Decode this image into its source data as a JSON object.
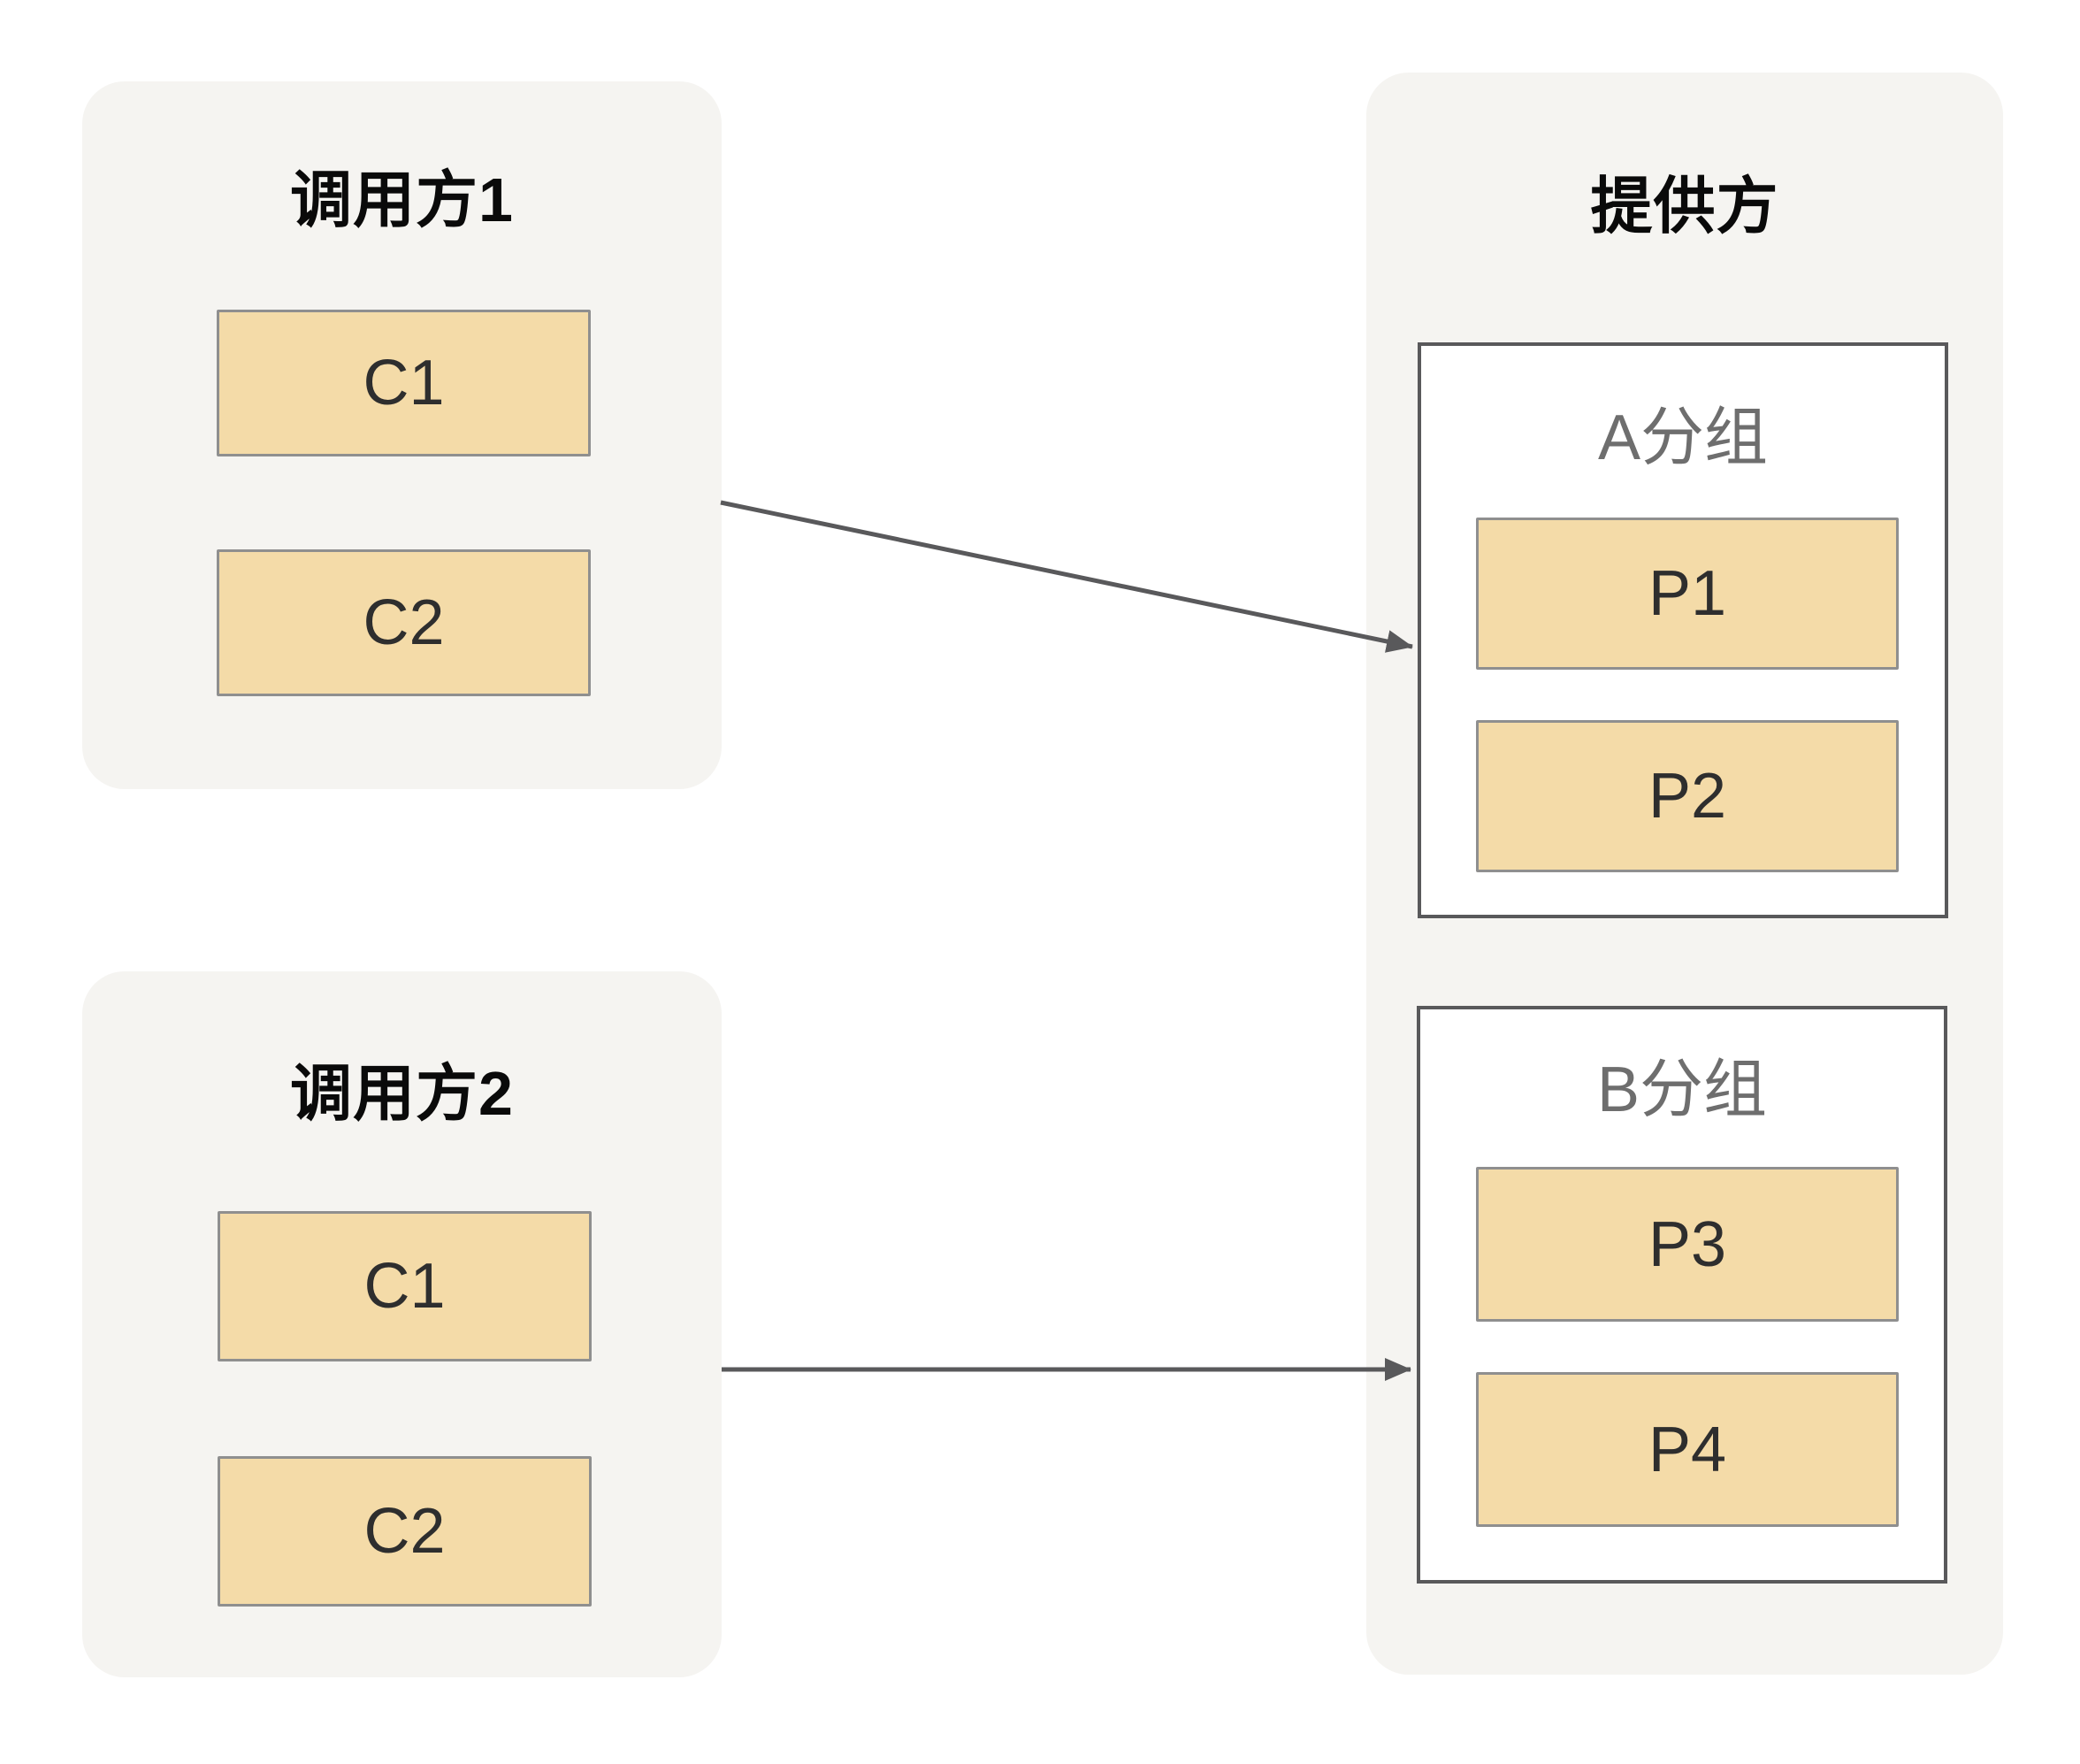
{
  "diagram": {
    "callers": [
      {
        "title": "调用方1",
        "boxes": [
          {
            "label": "C1"
          },
          {
            "label": "C2"
          }
        ]
      },
      {
        "title": "调用方2",
        "boxes": [
          {
            "label": "C1"
          },
          {
            "label": "C2"
          }
        ]
      }
    ],
    "provider": {
      "title": "提供方",
      "groups": [
        {
          "title": "A分组",
          "boxes": [
            {
              "label": "P1"
            },
            {
              "label": "P2"
            }
          ]
        },
        {
          "title": "B分组",
          "boxes": [
            {
              "label": "P3"
            },
            {
              "label": "P4"
            }
          ]
        }
      ]
    },
    "arrows": [
      {
        "from": "调用方1",
        "to": "A分组"
      },
      {
        "from": "调用方2",
        "to": "B分组"
      }
    ],
    "colors": {
      "panel_bg": "#F5F4F1",
      "box_fill": "#F4DBA8",
      "box_border": "#8F8F8F",
      "group_border": "#59595B",
      "group_title": "#6E6E6E",
      "arrow": "#59595B",
      "label": "#2E2E2E",
      "title": "#000000"
    }
  }
}
